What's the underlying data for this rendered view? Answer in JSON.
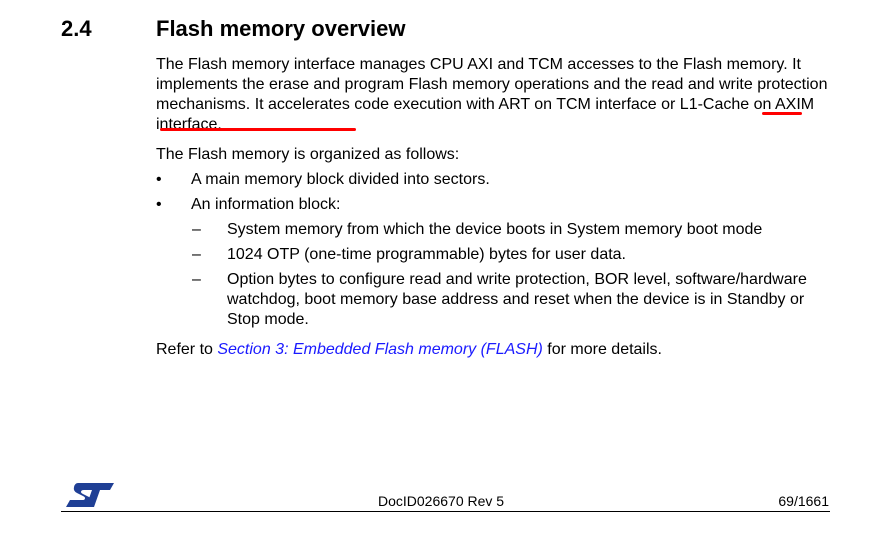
{
  "section": {
    "number": "2.4",
    "title": "Flash memory overview"
  },
  "paragraphs": {
    "intro_main": "The Flash memory interface manages CPU AXI and TCM accesses to the Flash memory. It implements the erase and program Flash memory operations and the read and write protection mechanisms. It accelerates code execution with ART on TCM interface ",
    "intro_tail": "or L1-Cache on AXIM interface.",
    "organized": "The Flash memory is organized as follows:"
  },
  "bullets": [
    {
      "mark": "•",
      "text": "A main memory block divided into sectors."
    },
    {
      "mark": "•",
      "text": "An information block:"
    }
  ],
  "sub_items": [
    {
      "mark": "–",
      "text": "System memory from which the device boots in System memory boot mode"
    },
    {
      "mark": "–",
      "text": "1024 OTP (one-time programmable) bytes for user data."
    },
    {
      "mark": "–",
      "text": "Option bytes to configure read and write protection, BOR level, software/hardware watchdog, boot memory base address and reset when the device is in Standby or Stop mode."
    }
  ],
  "refer": {
    "prefix": "Refer to ",
    "link": "Section 3: Embedded Flash memory (FLASH)",
    "suffix": " for more details."
  },
  "footer": {
    "doc_id": "DocID026670 Rev 5",
    "page": "69/1661",
    "logo_icon": "st-logo-icon"
  },
  "colors": {
    "link": "#1a1aff",
    "annotation": "#ff0000"
  }
}
